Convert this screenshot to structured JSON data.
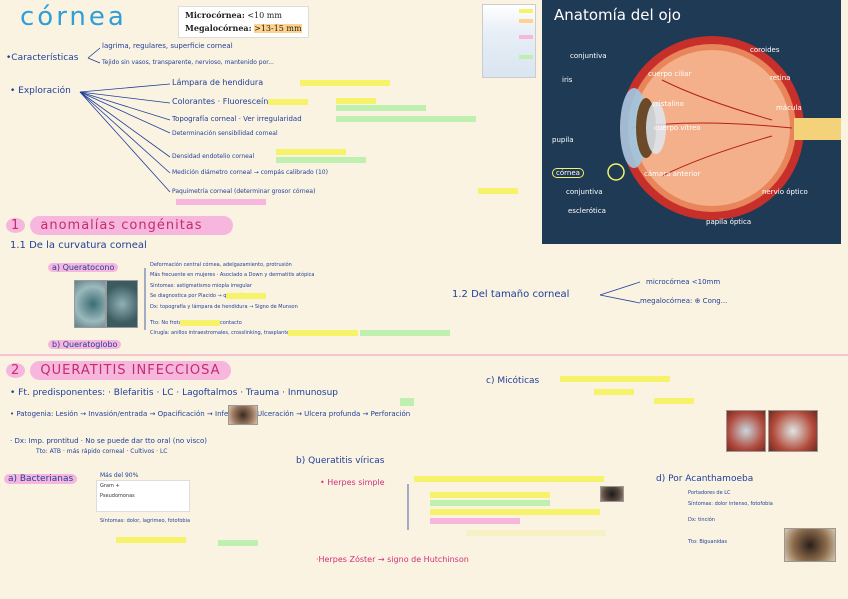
{
  "title": "córnea",
  "legend": {
    "micro_label": "Microcórnea:",
    "micro_value": "<10 mm",
    "mega_label": "Megalocórnea:",
    "mega_value": ">13-15 mm"
  },
  "caracteristicas": {
    "label": "•Características",
    "items": [
      "lagrima, regulares, superficie corneal",
      "Tejido sin vasos, transparente, nervioso, mantenido por..."
    ]
  },
  "exploracion": {
    "label": "• Exploración",
    "items": [
      "Lámpara de hendidura",
      "Colorantes · Fluoresceína",
      "Topografía corneal · Ver irregularidad",
      "Determinación sensibilidad corneal",
      "Densidad endotelio corneal",
      "Medición diámetro corneal → compás calibrado (10)",
      "Paquimetría corneal (determinar grosor córnea)"
    ]
  },
  "eye_diagram": {
    "title": "Anatomía del ojo",
    "labels": [
      "conjuntiva",
      "iris",
      "pupila",
      "córnea",
      "conjuntiva",
      "esclerótica",
      "cuerpo ciliar",
      "cristalino",
      "cuerpo vítreo",
      "cámara anterior",
      "coroides",
      "retina",
      "mácula",
      "nervio óptico",
      "papila óptica"
    ]
  },
  "section1": {
    "number": "1",
    "title": "anomalías congénitas",
    "sub1": "1.1 De la curvatura corneal",
    "queratocono": "a) Queratocono",
    "queratocono_notes": [
      "Deformación central córnea, adelgazamiento, protrusión",
      "Más frecuente en mujeres · Asociado a Down y dermatitis atópica",
      "Síntomas: astigmatismo miopía irregular",
      "Se diagnostica por Placido → queratómetro",
      "Dx: topografía y lámpara de hendidura → Signo de Munson",
      "Tto: No frotarse · Lentes de contacto",
      "Cirugía: anillos intraestromales, crosslinking, trasplante corneal"
    ],
    "queratoglobo": "b) Queratoglobo",
    "sub2": "1.2 Del tamaño corneal",
    "microcornea": "microcórnea <10mm",
    "megalocornea": "megalocórnea: ⊕ Cong..."
  },
  "section2": {
    "number": "2",
    "title": "QUERATITIS INFECCIOSA",
    "fr": "• Ft. predisponentes: · Blefaritis · LC · Lagoftalmos · Trauma · Inmunosup",
    "pato": "• Patogenia: Lesión → Invasión/entrada → Opacificación → Infección → Ulceración → Ulcera profunda → Perforación",
    "dx": "· Dx: Imp. prontitud · No se puede dar tto oral (no visco)",
    "tto": "Tto: ATB · más rápido corneal · Cultivos · LC",
    "bacterianas": "a) Bacterianas",
    "bact_notes": [
      "Más del 90%",
      "Gram +",
      "Pseudomonas",
      "Síntomas: dolor, lagrimeo, fotofobia"
    ],
    "viricas": "b) Queratitis víricas",
    "herpes_simple": "• Herpes simple",
    "herpes_zoster": "·Herpes Zóster → signo de Hutchinson",
    "micoticas": "c) Micóticas",
    "acantha": "d) Por Acanthamoeba",
    "acantha_notes": [
      "Portadores de LC",
      "Síntomas: dolor intenso, fotofobia",
      "Dx: tinción",
      "Tto: Biguanidas"
    ]
  }
}
